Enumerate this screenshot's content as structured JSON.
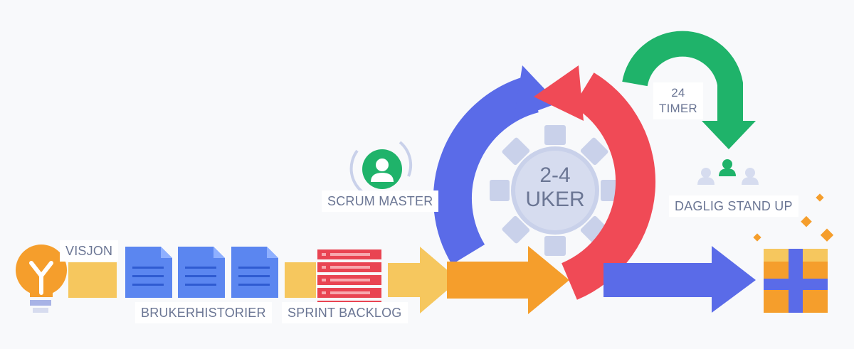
{
  "labels": {
    "vision": "VISJON",
    "user_stories": "BRUKERHISTORIER",
    "sprint_backlog": "SPRINT BACKLOG",
    "scrum_master": "SCRUM MASTER",
    "cycle_top": "2-4",
    "cycle_bottom": "UKER",
    "daily_top": "24",
    "daily_bottom": "TIMER",
    "daily_standup": "DAGLIG STAND UP"
  },
  "colors": {
    "background": "#f8f9fb",
    "yellow": "#f6c75e",
    "orange": "#f59e2c",
    "blue_doc": "#5b86f0",
    "red": "#f04a56",
    "indigo": "#5a6be8",
    "green": "#1fb36a",
    "gear": "#c9d1ea",
    "label_text": "#6b7694"
  }
}
